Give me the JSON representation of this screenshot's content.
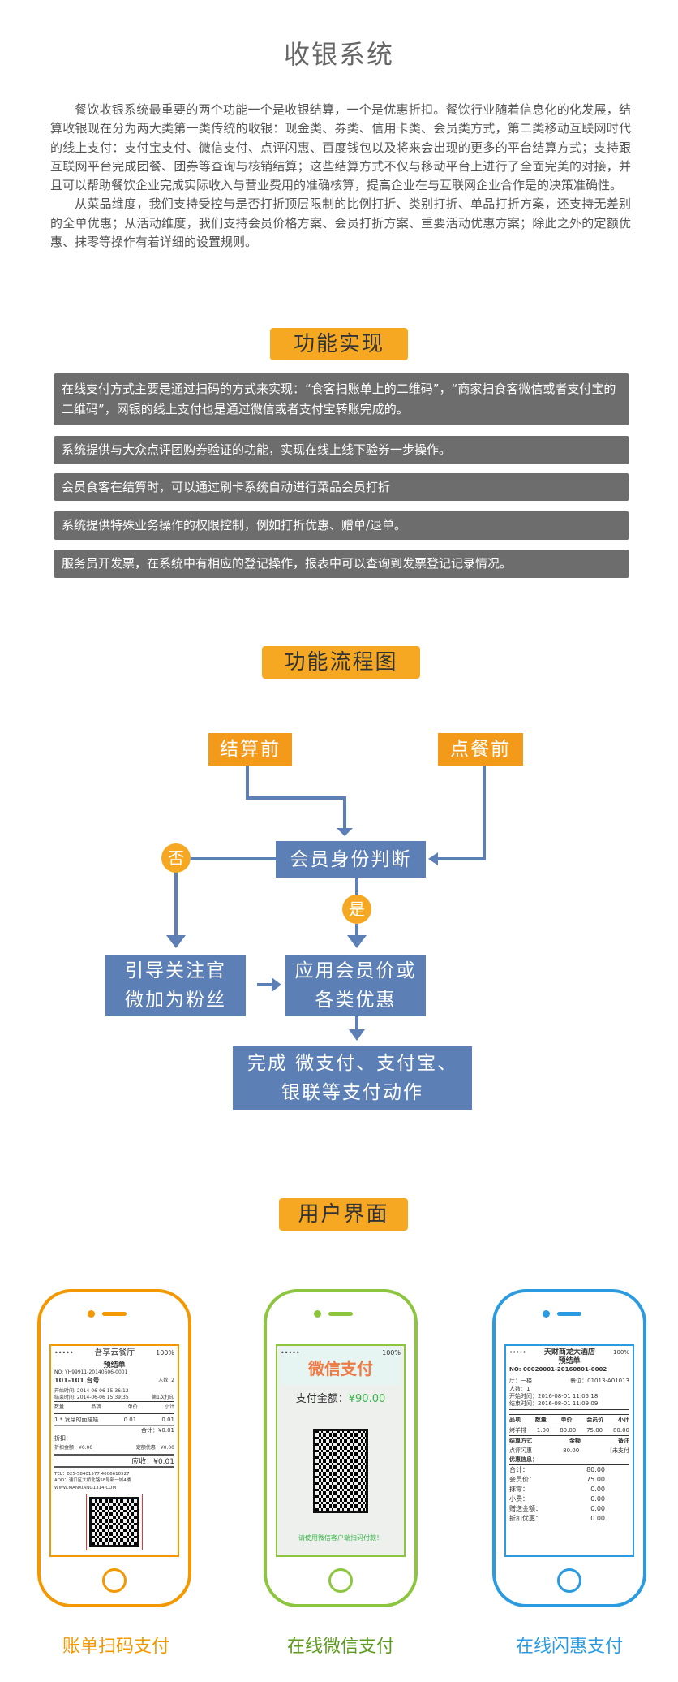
{
  "title": "收银系统",
  "intro": {
    "p1": "餐饮收银系统最重要的两个功能一个是收银结算，一个是优惠折扣。餐饮行业随着信息化的化发展，结算收银现在分为两大类第一类传统的收银：现金类、券类、信用卡类、会员类方式，第二类移动互联网时代的线上支付：支付宝支付、微信支付、点评闪惠、百度钱包以及将来会出现的更多的平台结算方式；支持跟互联网平台完成团餐、团券等查询与核销结算；这些结算方式不仅与移动平台上进行了全面完美的对接，并且可以帮助餐饮企业完成实际收入与营业费用的准确核算，提高企业在与互联网企业合作是的决策准确性。",
    "p2": "从菜品维度，我们支持受控与是否打折顶层限制的比例打折、类别打折、单品打折方案，还支持无差别的全单优惠；从活动维度，我们支持会员价格方案、会员打折方案、重要活动优惠方案；除此之外的定额优惠、抹零等操作有着详细的设置规则。"
  },
  "features": {
    "heading": "功能实现",
    "items": [
      "在线支付方式主要是通过扫码的方式来实现：“食客扫账单上的二维码”，“商家扫食客微信或者支付宝的二维码”，网银的线上支付也是通过微信或者支付宝转账完成的。",
      "系统提供与大众点评团购券验证的功能，实现在线上线下验券一步操作。",
      "会员食客在结算时，可以通过刷卡系统自动进行菜品会员打折",
      "系统提供特殊业务操作的权限控制，例如打折优惠、赠单/退单。",
      "服务员开发票，在系统中有相应的登记操作，报表中可以查询到发票登记记录情况。"
    ]
  },
  "flow": {
    "heading": "功能流程图",
    "before_checkout": "结算前",
    "before_order": "点餐前",
    "member_check": "会员身份判断",
    "no": "否",
    "yes": "是",
    "guide": "引导关注官微加为粉丝",
    "apply": "应用会员价或各类优惠",
    "complete": "完成 微支付、支付宝、银联等支付动作"
  },
  "ui": {
    "heading": "用户界面",
    "phones": [
      {
        "label": "账单扫码支付",
        "color": "#f39800",
        "screen": {
          "signal": "•••••",
          "battery": "100%",
          "shop": "吾享云餐厅",
          "doc": "预结单",
          "no": "NO: YH99911-20140606-0001",
          "table": "101-101 台号",
          "guests": "人数: 2",
          "open": "开始时间: 2014-06-06 15:36:12",
          "close": "结束时间: 2014-06-06 15:39:35",
          "print": "第1次打印",
          "cols": [
            "数量",
            "品项",
            "单价",
            "小计"
          ],
          "item": "1 * 发芽的面娃娃",
          "price": "0.01",
          "sub": "0.01",
          "total": "合计：¥0.01",
          "discount": "折扣：",
          "disc_amt": "折扣金额：¥0.00",
          "fixed": "定额优惠：¥0.00",
          "due": "应收：¥0.01",
          "tel": "TEL：025-58401577 4006610527",
          "addr": "ADD：浦口区大桥北路58号新一城4楼",
          "web": "WWW.MANXIANG1314.COM"
        }
      },
      {
        "label": "在线微信支付",
        "color": "#5d9a1e",
        "screen": {
          "signal": "•••••",
          "battery": "100%",
          "title": "微信支付",
          "amount_label": "支付金额：",
          "amount": "¥90.00",
          "hint": "请使用微信客户端扫码付款！"
        }
      },
      {
        "label": "在线闪惠支付",
        "color": "#2a9be0",
        "screen": {
          "signal": "•••••",
          "battery": "100%",
          "shop": "天财商龙大酒店",
          "doc": "预结单",
          "no": "NO: 00020001-20160801-0002",
          "hall": "厅：一楼",
          "seat": "餐位：01013-A01013",
          "guests": "人数：1",
          "open": "开始时间：2016-08-01 11:05:18",
          "close": "结束时间：2016-08-01 11:09:09",
          "cols": [
            "品项",
            "数量",
            "单价",
            "会员价",
            "小计"
          ],
          "item": [
            "烤羊排",
            "1.00",
            "80.00",
            "75.00",
            "80.00"
          ],
          "pay_cols": [
            "结算方式",
            "金额",
            "备注"
          ],
          "pay": [
            "点评闪惠",
            "80.00",
            "[未支付"
          ],
          "promo": "优惠信息：",
          "sums": [
            [
              "合计：",
              "80.00"
            ],
            [
              "会员价：",
              "75.00"
            ],
            [
              "抹零：",
              "0.00"
            ],
            [
              "小费：",
              "0.00"
            ],
            [
              "赠送金额：",
              "0.00"
            ],
            [
              "折扣优惠：",
              "0.00"
            ]
          ]
        }
      }
    ]
  }
}
